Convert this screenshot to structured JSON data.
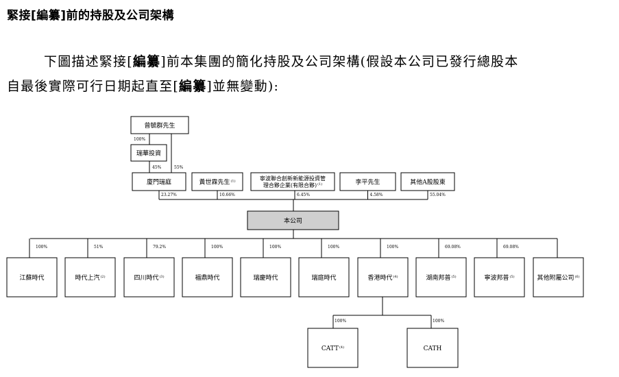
{
  "heading": {
    "pre": "緊接[",
    "bold": "編纂",
    "post": "]前的持股及公司架構"
  },
  "paragraph": {
    "line1_pre": "下圖描述緊接[",
    "line1_bold": "編纂",
    "line1_post": "]前本集團的簡化持股及公司架構(假設本公司已發行總股本",
    "line2_pre": "自最後實際可行日期起直至[",
    "line2_bold": "編纂",
    "line2_post": "]並無變動):"
  },
  "org_chart": {
    "top_person": "曾毓群先生",
    "ruihua": "瑞華投資",
    "top_to_ruihua_pct": "100%",
    "ruihua_to_xiamen_pct": "45%",
    "top_to_xiamen_pct": "55%",
    "shareholders": [
      {
        "name": "廈門瑞庭",
        "note": "",
        "pct": "23.27%"
      },
      {
        "name": "黃世霖先生",
        "note": "(1)",
        "pct": "10.66%"
      },
      {
        "name": "寧波聯合創新新能源投資管",
        "name2": "理合夥企業(有限合夥)",
        "note": "(1)",
        "pct": "6.45%"
      },
      {
        "name": "李平先生",
        "note": "",
        "pct": "4.58%"
      },
      {
        "name": "其他A股股東",
        "note": "",
        "pct": "55.04%"
      }
    ],
    "company": "本公司",
    "subsidiaries": [
      {
        "name": "江蘇時代",
        "note": "",
        "pct": "100%"
      },
      {
        "name": "時代上汽",
        "note": "(2)",
        "pct": "51%"
      },
      {
        "name": "四川時代",
        "note": "(3)",
        "pct": "79.2%"
      },
      {
        "name": "福鼎時代",
        "note": "",
        "pct": "100%"
      },
      {
        "name": "瑞慶時代",
        "note": "",
        "pct": "100%"
      },
      {
        "name": "瑞庭時代",
        "note": "",
        "pct": "100%"
      },
      {
        "name": "香港時代",
        "note": "(4)",
        "pct": "100%"
      },
      {
        "name": "湖南邦普",
        "note": "(5)",
        "pct": "69.08%"
      },
      {
        "name": "寧波邦普",
        "note": "(5)",
        "pct": "69.08%"
      },
      {
        "name": "其他附屬公司",
        "note": "(6)",
        "pct": ""
      }
    ],
    "hk_subsidiaries": [
      {
        "name": "CATT",
        "note": "(4)",
        "pct": "100%"
      },
      {
        "name": "CATH",
        "note": "",
        "pct": "100%"
      }
    ]
  }
}
